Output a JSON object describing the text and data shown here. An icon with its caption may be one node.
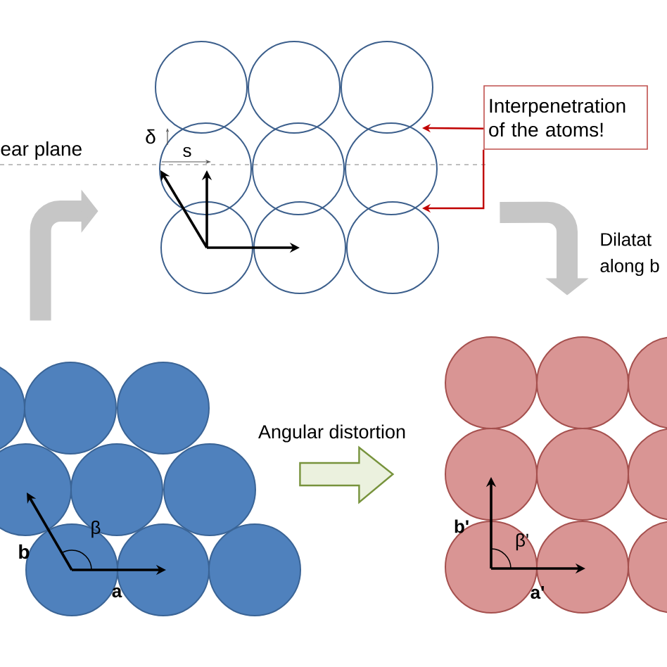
{
  "diagram": {
    "nodes": [
      {
        "text": [],
        "shape": "lattice"
      },
      {
        "text": [
          "Interpenetration of the atoms!"
        ]
      },
      {
        "text": [],
        "shape": "lattice"
      },
      {
        "text": [],
        "shape": "lattice"
      }
    ],
    "edges": [
      {
        "from": 2,
        "to": 0,
        "arrow": "to",
        "style": "thick"
      },
      {
        "from": 0,
        "to": 3,
        "arrow": "to",
        "style": "thick"
      },
      {
        "from": 2,
        "to": 3,
        "arrow": "to",
        "label": "Angular distortion",
        "style": "thick",
        "color": "#77933c"
      },
      {
        "from": 1,
        "to": 0,
        "arrow": "to",
        "color": "#c00000"
      },
      {
        "from": 1,
        "to": 0,
        "arrow": "to",
        "color": "#c00000"
      }
    ],
    "labels": [
      "ear plane",
      "δ",
      "s",
      "Dilatat",
      "along b",
      "b",
      "β",
      "a",
      "b'",
      "β'",
      "a'"
    ]
  }
}
